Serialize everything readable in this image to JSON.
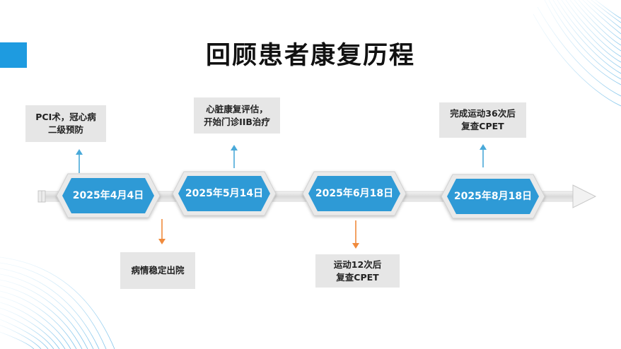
{
  "title": "回顾患者康复历程",
  "milestones": [
    {
      "date": "2025年4月4日"
    },
    {
      "date": "2025年5月14日"
    },
    {
      "date": "2025年6月18日"
    },
    {
      "date": "2025年8月18日"
    }
  ],
  "events_above": [
    {
      "text": "PCI术，冠心病\n二级预防"
    },
    {
      "text": "心脏康复评估，\n开始门诊IIB治疗"
    },
    {
      "text": "完成运动36次后\n复查CPET"
    }
  ],
  "events_below": [
    {
      "text": "病情稳定出院"
    },
    {
      "text": "运动12次后\n复查CPET"
    }
  ],
  "colors": {
    "accent": "#1e9be0",
    "hexagon_fill": "#2e9ad6",
    "up_arrow": "#49a9d9",
    "down_arrow": "#f08a3c",
    "callout_bg": "#e6e6e6"
  }
}
